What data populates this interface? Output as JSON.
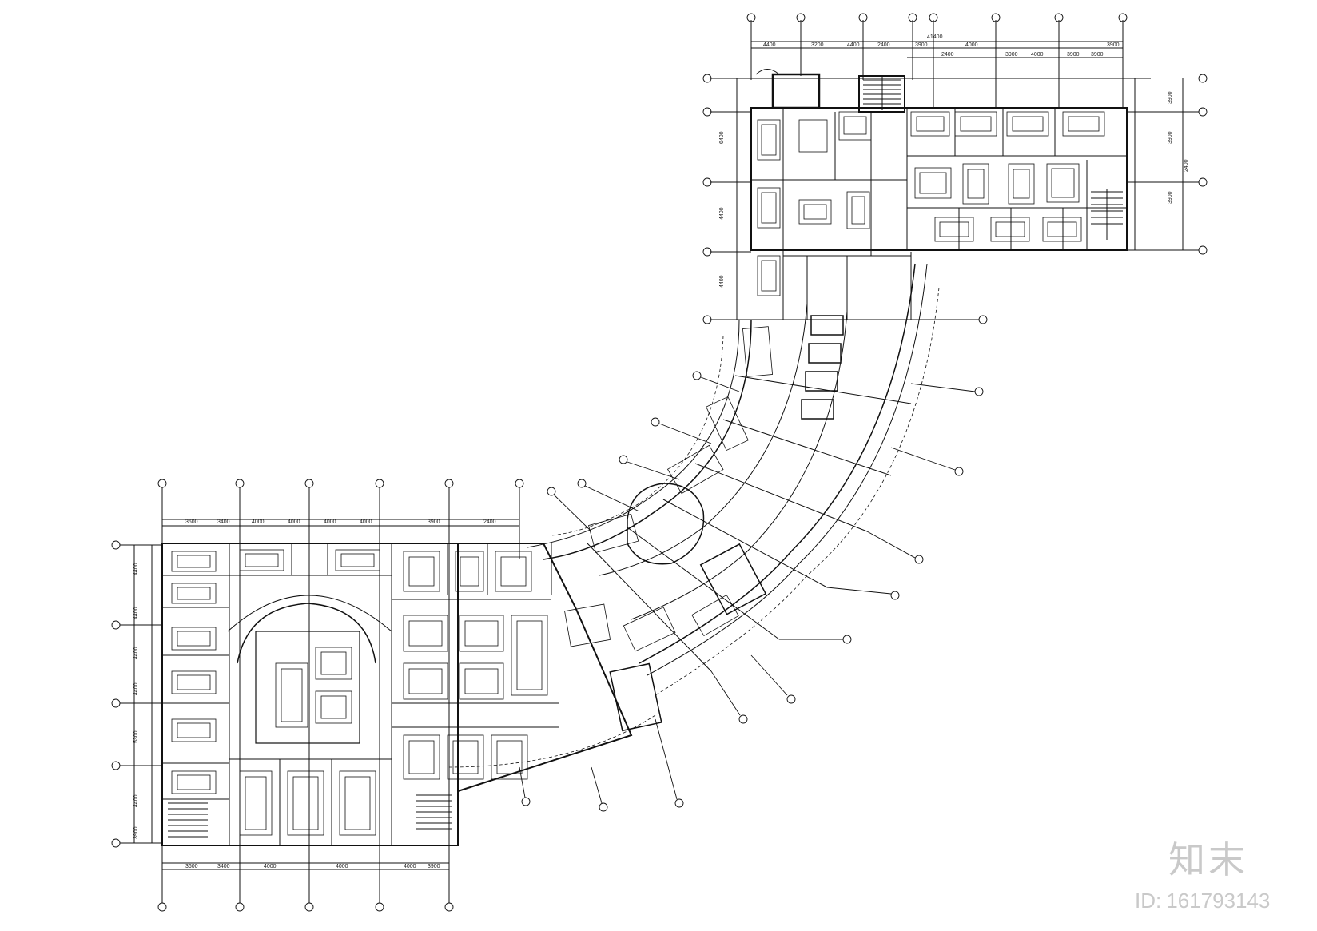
{
  "drawing": {
    "subject": "hotel-floor-plan",
    "line_color": "#111111",
    "background": "#ffffff"
  },
  "dimensions": {
    "top_right": [
      "4400",
      "3200",
      "4400",
      "2400",
      "3900",
      "2400",
      "4000",
      "3900",
      "4000",
      "3900",
      "3900",
      "3900"
    ],
    "top_right_total": "41400",
    "left_bottom_top": [
      "3600",
      "3400",
      "4000",
      "4000",
      "4000",
      "4000",
      "3900",
      "2400"
    ],
    "left_bottom_bottom": [
      "3600",
      "3400",
      "4000",
      "4000",
      "4000",
      "3900"
    ],
    "left_vertical": [
      "4400",
      "4400",
      "4400",
      "4400",
      "5300",
      "4400",
      "3900"
    ],
    "right_vertical": [
      "3900",
      "3900",
      "3900",
      "2400"
    ],
    "misc": [
      "6400",
      "4400",
      "4400"
    ]
  },
  "watermark": {
    "brand": "知末",
    "id_label": "ID:",
    "id_value": "161793143",
    "color": "#c9c9c9"
  }
}
